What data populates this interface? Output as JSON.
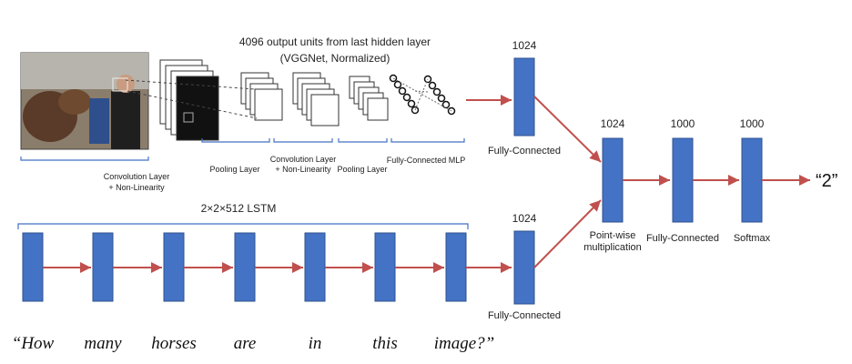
{
  "top_caption": {
    "line1": "4096 output  units from last hidden layer",
    "line2": "(VGGNet, Normalized)"
  },
  "cnn_labels": {
    "conv1": [
      "Convolution Layer",
      "+ Non-Linearity"
    ],
    "pool1": "Pooling Layer",
    "conv2": [
      "Convolution Layer",
      "+ Non-Linearity"
    ],
    "pool2": "Pooling  Layer",
    "mlp": "Fully-Connected MLP"
  },
  "lstm_caption": "2×2×512 LSTM",
  "blocks": {
    "img_fc": {
      "size": "1024",
      "label": "Fully-Connected"
    },
    "lstm_fc": {
      "size": "1024",
      "label": "Fully-Connected"
    },
    "pointwise": {
      "size": "1024",
      "label": [
        "Point-wise",
        "multiplication"
      ]
    },
    "fc2": {
      "size": "1000",
      "label": "Fully-Connected"
    },
    "softmax": {
      "size": "1000",
      "label": "Softmax"
    }
  },
  "answer": "“2”",
  "question_words": [
    "“How",
    "many",
    "horses",
    "are",
    "in",
    "this",
    "image?”"
  ],
  "colors": {
    "block": "#4472c4",
    "arrow": "#c0504d",
    "brace": "#4472c4"
  }
}
